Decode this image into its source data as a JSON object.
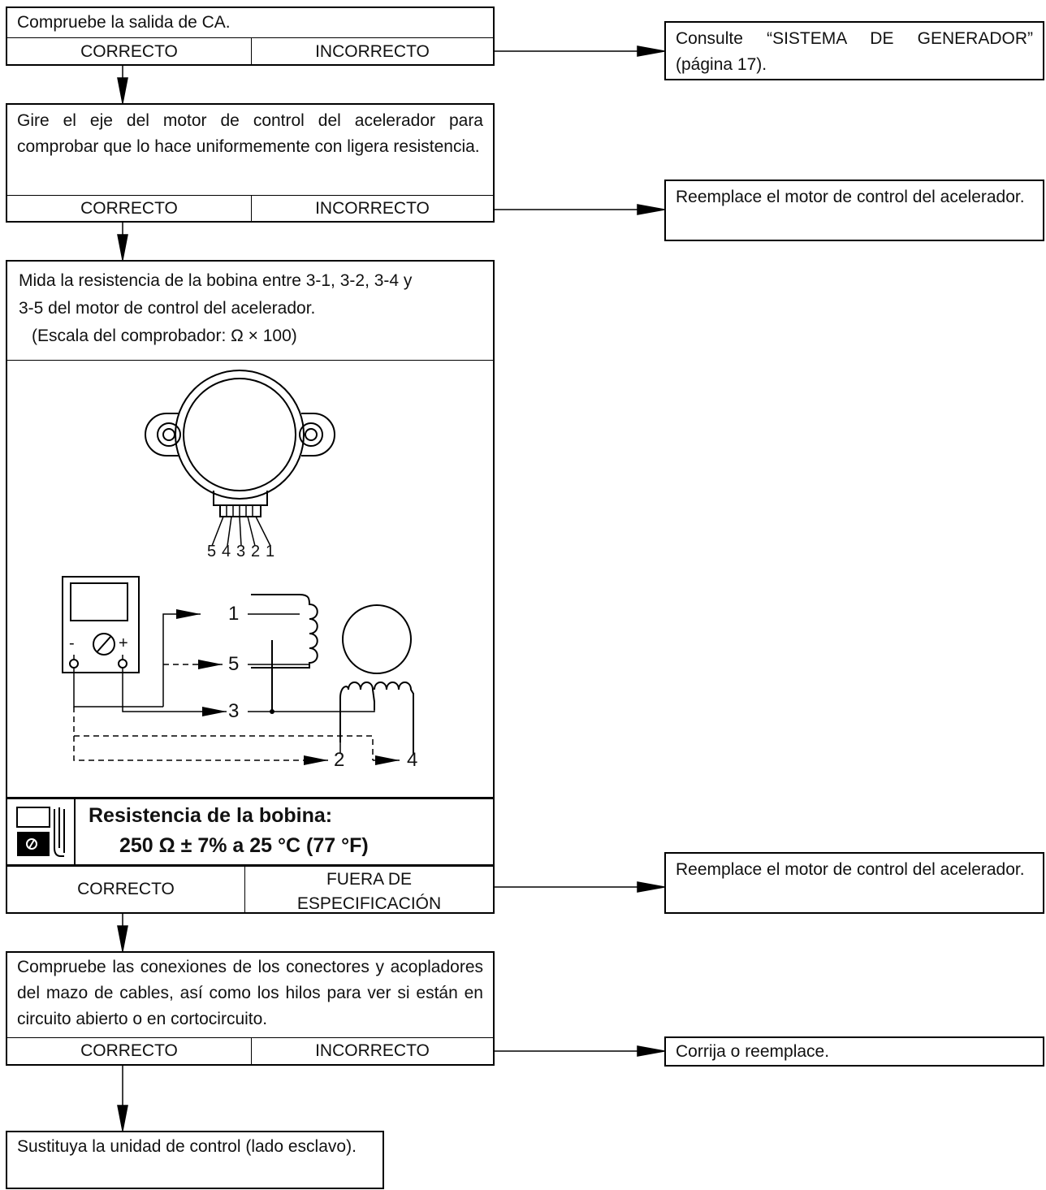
{
  "step1": {
    "question": "Compruebe la salida de CA.",
    "ok_label": "CORRECTO",
    "ng_label": "INCORRECTO",
    "action": "Consulte “SISTEMA DE GENERADOR” (página 17)."
  },
  "step2": {
    "question": "Gire el eje del motor de control del acelerador para comprobar que lo hace uniformemente con ligera resistencia.",
    "ok_label": "CORRECTO",
    "ng_label": "INCORRECTO",
    "action": "Reemplace el motor de control del acelerador."
  },
  "step3": {
    "question_line1": "Mida la resistencia de la bobina entre 3-1, 3-2, 3-4 y",
    "question_line2": "3-5 del motor de control del acelerador.",
    "scale_note": "(Escala del comprobador: Ω × 100)",
    "spec_title": "Resistencia de la bobina:",
    "spec_value": "250 Ω ± 7% a 25 °C (77 °F)",
    "ok_label": "CORRECTO",
    "ng_label_line1": "FUERA DE",
    "ng_label_line2": "ESPECIFICACIÓN",
    "action": "Reemplace el motor de control del acelerador.",
    "diagram": {
      "pin_labels": [
        "5",
        "4",
        "3",
        "2",
        "1"
      ],
      "meter_minus": "-",
      "meter_plus": "+",
      "lead_1": "1",
      "lead_5": "5",
      "lead_3": "3",
      "lead_2": "2",
      "lead_4": "4"
    }
  },
  "step4": {
    "question": "Compruebe las conexiones de los conectores y acopladores del mazo de cables, así como los hilos para ver si están en circuito abierto o en cortocircuito.",
    "ok_label": "CORRECTO",
    "ng_label": "INCORRECTO",
    "action": "Corrija o reemplace."
  },
  "step5": {
    "action": "Sustituya la unidad de control (lado esclavo)."
  }
}
